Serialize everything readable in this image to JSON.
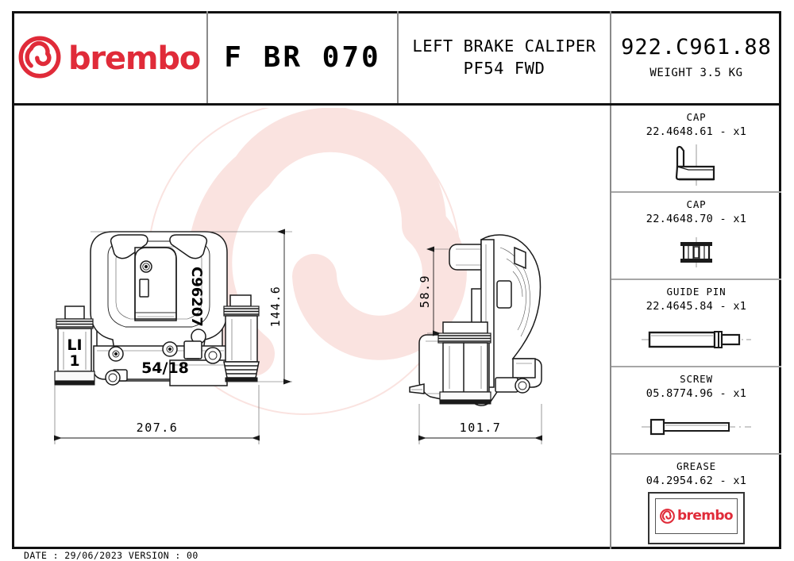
{
  "header": {
    "brand": {
      "logo_name": "brembo-logo",
      "wordmark": "brembo",
      "color": "#e02b39"
    },
    "code": "F BR 070",
    "description": {
      "line1": "LEFT BRAKE CALIPER",
      "line2": "PF54 FWD"
    },
    "part_number": "922.C961.88",
    "weight": "WEIGHT 3.5 KG"
  },
  "sidebar": {
    "parts": [
      {
        "title": "CAP",
        "code": "22.4648.61 - x1",
        "icon": "cap-bracket-icon"
      },
      {
        "title": "CAP",
        "code": "22.4648.70 - x1",
        "icon": "cap-plug-icon"
      },
      {
        "title": "GUIDE PIN",
        "code": "22.4645.84 - x1",
        "icon": "guide-pin-icon"
      },
      {
        "title": "SCREW",
        "code": "05.8774.96 - x1",
        "icon": "screw-icon"
      },
      {
        "title": "GREASE",
        "code": "04.2954.62 - x1",
        "icon": "grease-sachet-icon",
        "sachet_wordmark": "brembo"
      }
    ]
  },
  "drawing": {
    "watermark": {
      "name": "brembo-b-watermark",
      "color": "#fae3e0"
    },
    "front_view": {
      "name": "caliper-front-view",
      "body_marks": {
        "casting_code": "C96207",
        "size_code": "54/18",
        "side_code_line1": "LI",
        "side_code_line2": "1"
      },
      "dimensions": {
        "height": "144.6",
        "width": "207.6"
      }
    },
    "side_view": {
      "name": "caliper-side-view",
      "dimensions": {
        "height": "58.9",
        "width": "101.7"
      }
    }
  },
  "footer": {
    "text": "DATE : 29/06/2023 VERSION : 00"
  }
}
